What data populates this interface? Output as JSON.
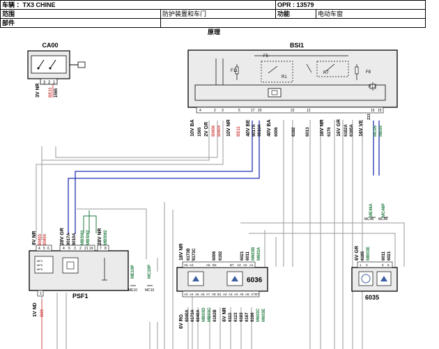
{
  "header": {
    "vehicle_label": "车辆 ：TX3 CHINE",
    "opr_label": "OPR : 13579",
    "scope_label": "范围",
    "scope_value": "防护装置和车门",
    "function_label": "功能",
    "function_value": "电动车窗",
    "part_label": "部件",
    "section_title": "原理"
  },
  "components": {
    "ca00": {
      "name": "CA00",
      "pins": [
        "3",
        "2",
        "1"
      ],
      "connector": "3V NR",
      "wires": [
        "BE11",
        "1565"
      ]
    },
    "bsi1": {
      "name": "BSI1",
      "fuses": [
        "F5",
        "F11",
        "F8",
        "F13"
      ],
      "relays": [
        "R1",
        "R7"
      ],
      "pin_numbers": [
        "4",
        "2",
        "3",
        "5",
        "17",
        "20",
        "22",
        "12",
        "16",
        "15"
      ],
      "connectors": [
        {
          "conn": "10V BA",
          "wires": [
            "1565"
          ]
        },
        {
          "conn": "2V GR",
          "wires": [
            "BM06",
            "BM04"
          ]
        },
        {
          "conn": "10V NR",
          "wires": [
            "BE11"
          ]
        },
        {
          "conn": "40V BE",
          "wires": [
            "9017A",
            "9010A"
          ]
        },
        {
          "conn": "40V BA",
          "wires": [
            "6006",
            "6192"
          ]
        },
        {
          "conn": "",
          "wires": [
            "6013"
          ]
        },
        {
          "conn": "16V NR",
          "wires": [
            "6176"
          ]
        },
        {
          "conn": "16V GR",
          "wires": [
            "6182A",
            "6185A"
          ]
        },
        {
          "conn": "16V VE",
          "wires": [
            "MC05",
            "ME05",
            "Z13"
          ]
        }
      ]
    },
    "psf1": {
      "name": "PSF1",
      "connectors": [
        "8V NR",
        "28V GR",
        "28V NR"
      ],
      "bottom_connector": "1V ND",
      "top_wires": [
        "BM03",
        "BM04",
        "9017A",
        "9010A",
        "MBSM1",
        "MBSM2"
      ],
      "pin_numbers": [
        "4",
        "5",
        "6",
        "1",
        "4",
        "5",
        "3",
        "2",
        "21",
        "19",
        "7",
        "8"
      ],
      "wires": [
        "BM03",
        "BM04",
        "9017A",
        "9010A",
        "MBSM1",
        "MBSM2",
        "MBSM2",
        "MBSM2"
      ],
      "bottom_wires": [
        "B09"
      ],
      "fuses": [
        "MF4",
        "MF5",
        "MF6"
      ],
      "grounds": [
        "ME10P",
        "MC10P"
      ],
      "ground_labels": [
        "ME10",
        "MC10"
      ]
    },
    "m6036": {
      "name": "6036",
      "connectors": [
        "18V NR",
        "6V RG",
        "6V NR"
      ],
      "top_pins": [
        "A5",
        "A3",
        "A8",
        "B3",
        "B7",
        "A3",
        "A2",
        "A1"
      ],
      "top_wires": [
        "6173B",
        "6173C",
        "6006",
        "6192",
        "6021",
        "6011",
        "M603B",
        "M603A"
      ],
      "bottom_pins": [
        "A3",
        "A4",
        "A5",
        "A6",
        "A7",
        "A8",
        "B1",
        "A2",
        "A3",
        "A4",
        "A5",
        "A6",
        "A7",
        "A8",
        "B7"
      ],
      "bottom_wires": [
        "6040A",
        "6173A",
        "6040A",
        "MB03D",
        "MB03C",
        "6182B",
        "6113",
        "6123",
        "6183",
        "6167",
        "6166",
        "M603C",
        "M603E"
      ]
    },
    "m6035": {
      "name": "6035",
      "connector": "6V GR",
      "wires": [
        "6185",
        "MB03E",
        "6011",
        "6021"
      ],
      "pins": [
        "1",
        "3",
        "5",
        "6"
      ]
    }
  },
  "grounds": [
    {
      "label": "ME46A",
      "sub": "MC46"
    },
    {
      "label": "MC46P",
      "sub": "MC46"
    }
  ],
  "colors": {
    "wire_blue": "#1f2fb0",
    "wire_red": "#d24a4a",
    "wire_green": "#1e7a3e",
    "wire_gray": "#808080",
    "box_fill": "#ebebeb"
  }
}
